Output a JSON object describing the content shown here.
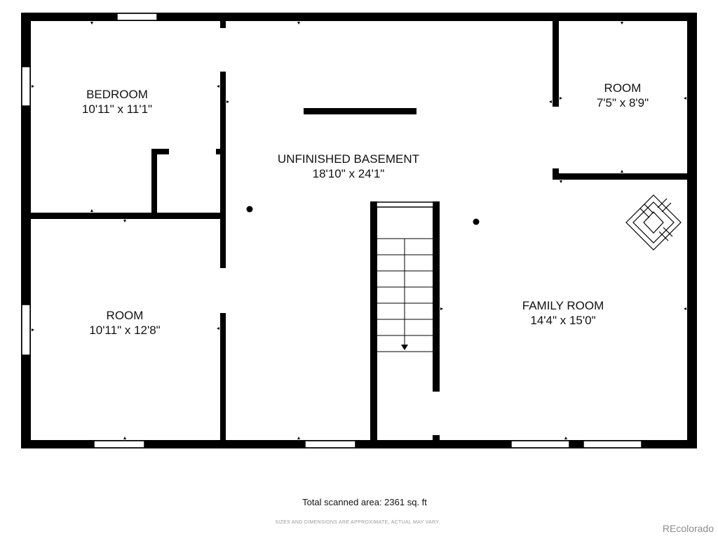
{
  "rooms": {
    "bedroom": {
      "name": "BEDROOM",
      "dims": "10'11\" x 11'1\""
    },
    "room_left": {
      "name": "ROOM",
      "dims": "10'11\" x 12'8\""
    },
    "basement": {
      "name": "UNFINISHED BASEMENT",
      "dims": "18'10\" x 24'1\""
    },
    "room_right": {
      "name": "ROOM",
      "dims": "7'5\" x 8'9\""
    },
    "family": {
      "name": "FAMILY ROOM",
      "dims": "14'4\" x 15'0\""
    }
  },
  "footer": {
    "total_area": "Total scanned area: 2361 sq. ft",
    "disclaimer": "SIZES AND DIMENSIONS ARE APPROXIMATE, ACTUAL MAY VARY.",
    "brand": "REcolorado"
  },
  "colors": {
    "wall": "#000000",
    "window": "#ffffff",
    "text": "#111111"
  },
  "icons": [
    "stairs-down-arrow-icon",
    "fireplace-icon",
    "support-post-icon"
  ]
}
